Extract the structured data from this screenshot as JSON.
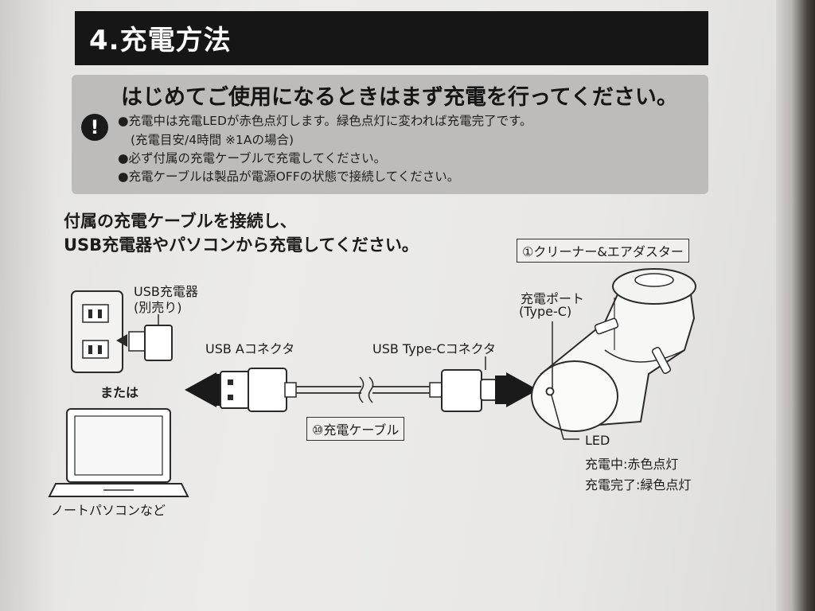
{
  "header": {
    "title": "4.充電方法"
  },
  "notice": {
    "title": "はじめてご使用になるときはまず充電を行ってください。",
    "lines": [
      "●充電中は充電LEDが赤色点灯します。緑色点灯に変われば充電完了です。",
      "(充電目安/4時間 ※1Aの場合)",
      "●必ず付属の充電ケーブルで充電してください。",
      "●充電ケーブルは製品が電源OFFの状態で接続してください。"
    ]
  },
  "intro": {
    "line1": "付属の充電ケーブルを接続し、",
    "line2": "USB充電器やパソコンから充電してください。"
  },
  "diagram": {
    "product_label": "①クリーナー&エアダスター",
    "usb_charger": "USB充電器",
    "sold_separately": "(別売り)",
    "or": "または",
    "laptop_label": "ノートパソコンなど",
    "usb_a": "USB Aコネクタ",
    "usb_c": "USB Type-Cコネクタ",
    "cable_label": "⑩充電ケーブル",
    "port_label": "充電ポート",
    "port_type": "(Type-C)",
    "led_label": "LED",
    "led_charging": "充電中:赤色点灯",
    "led_done": "充電完了:緑色点灯"
  }
}
